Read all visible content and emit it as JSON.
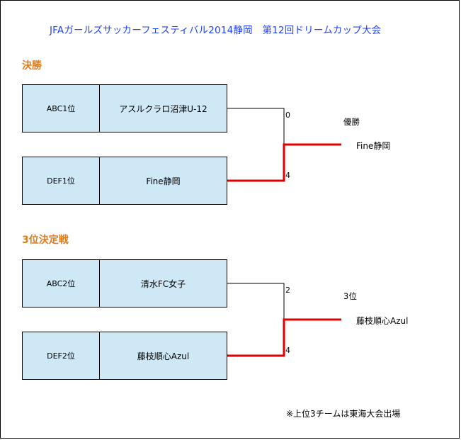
{
  "title": "JFAガールズサッカーフェスティバル2014静岡　第12回ドリームカップ大会",
  "final": {
    "heading": "決勝",
    "teams": [
      {
        "seed": "ABC1位",
        "name": "アスルクラロ沼津U-12",
        "score": "0"
      },
      {
        "seed": "DEF1位",
        "name": "Fine静岡",
        "score": "4"
      }
    ],
    "result_label": "優勝",
    "winner": "Fine静岡"
  },
  "third_place": {
    "heading": "3位決定戦",
    "teams": [
      {
        "seed": "ABC2位",
        "name": "清水FC女子",
        "score": "2"
      },
      {
        "seed": "DEF2位",
        "name": "藤枝順心Azul",
        "score": "4"
      }
    ],
    "result_label": "3位",
    "winner": "藤枝順心Azul"
  },
  "note": "※上位3チームは東海大会出場",
  "colors": {
    "title": "#1f3fff",
    "heading": "#e07b1a",
    "team_fill": "#cfe8f6",
    "winner_line": "#e00000"
  }
}
